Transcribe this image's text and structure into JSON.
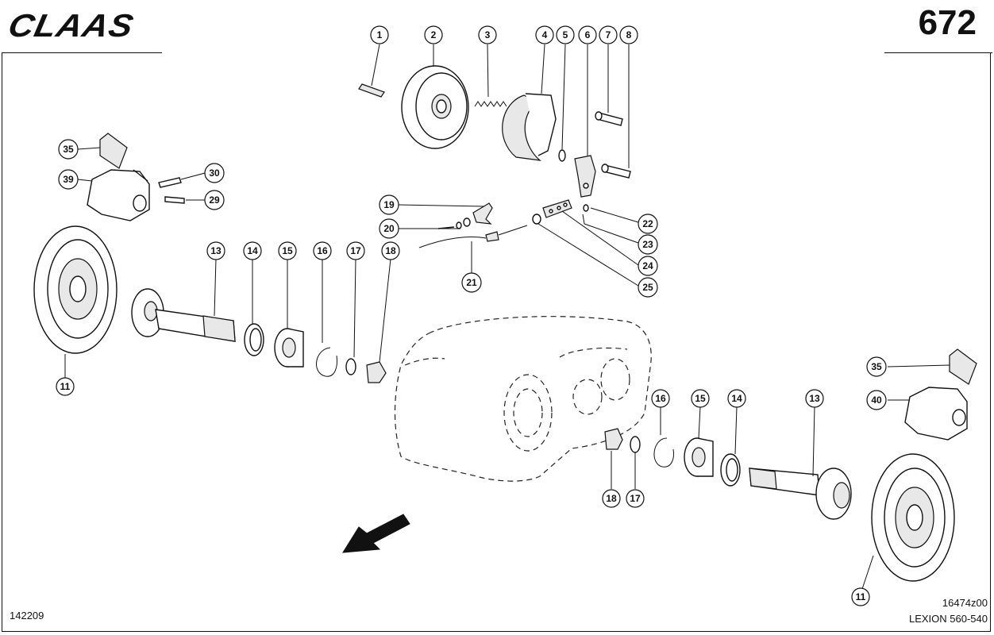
{
  "header": {
    "brand": "CLAAS",
    "page_number": "672"
  },
  "footer": {
    "left_code": "142209",
    "drawing_code": "16474z00",
    "model": "LEXION 560-540"
  },
  "callouts": [
    {
      "id": "c1",
      "label": "1"
    },
    {
      "id": "c2",
      "label": "2"
    },
    {
      "id": "c3",
      "label": "3"
    },
    {
      "id": "c4",
      "label": "4"
    },
    {
      "id": "c5",
      "label": "5"
    },
    {
      "id": "c6",
      "label": "6"
    },
    {
      "id": "c7",
      "label": "7"
    },
    {
      "id": "c8",
      "label": "8"
    },
    {
      "id": "c35a",
      "label": "35"
    },
    {
      "id": "c39",
      "label": "39"
    },
    {
      "id": "c30",
      "label": "30"
    },
    {
      "id": "c29",
      "label": "29"
    },
    {
      "id": "c19",
      "label": "19"
    },
    {
      "id": "c20",
      "label": "20"
    },
    {
      "id": "c21",
      "label": "21"
    },
    {
      "id": "c22",
      "label": "22"
    },
    {
      "id": "c23",
      "label": "23"
    },
    {
      "id": "c24",
      "label": "24"
    },
    {
      "id": "c25",
      "label": "25"
    },
    {
      "id": "c13a",
      "label": "13"
    },
    {
      "id": "c14a",
      "label": "14"
    },
    {
      "id": "c15a",
      "label": "15"
    },
    {
      "id": "c16a",
      "label": "16"
    },
    {
      "id": "c17a",
      "label": "17"
    },
    {
      "id": "c18a",
      "label": "18"
    },
    {
      "id": "c11a",
      "label": "11"
    },
    {
      "id": "c35b",
      "label": "35"
    },
    {
      "id": "c40",
      "label": "40"
    },
    {
      "id": "c16b",
      "label": "16"
    },
    {
      "id": "c15b",
      "label": "15"
    },
    {
      "id": "c14b",
      "label": "14"
    },
    {
      "id": "c13b",
      "label": "13"
    },
    {
      "id": "c18b",
      "label": "18"
    },
    {
      "id": "c17b",
      "label": "17"
    },
    {
      "id": "c11b",
      "label": "11"
    }
  ]
}
